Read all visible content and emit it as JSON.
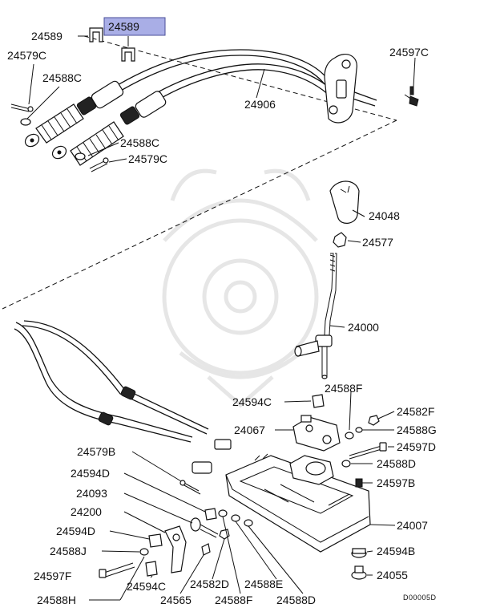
{
  "highlight": {
    "part": "24589",
    "fill": "#a9aee6",
    "border": "#4a4f9a"
  },
  "labels": {
    "l24589a": "24589",
    "l24589b": "24589",
    "l24579c_a": "24579C",
    "l24588c_a": "24588C",
    "l24906": "24906",
    "l24597c": "24597C",
    "l24588c_b": "24588C",
    "l24579c_b": "24579C",
    "l24048": "24048",
    "l24577": "24577",
    "l24000": "24000",
    "l24588f_a": "24588F",
    "l24594c_a": "24594C",
    "l24582f": "24582F",
    "l24067": "24067",
    "l24588g": "24588G",
    "l24579b": "24579B",
    "l24597d": "24597D",
    "l24594d_a": "24594D",
    "l24588d_a": "24588D",
    "l24597b": "24597B",
    "l24093": "24093",
    "l24200": "24200",
    "l24007": "24007",
    "l24594d_b": "24594D",
    "l24588j": "24588J",
    "l24594b": "24594B",
    "l24597f": "24597F",
    "l24594c_b": "24594C",
    "l24055": "24055",
    "l24582d": "24582D",
    "l24588e": "24588E",
    "l24588h": "24588H",
    "l24565": "24565",
    "l24588f_b": "24588F",
    "l24588d_b": "24588D"
  },
  "ref_code": "D00005D"
}
